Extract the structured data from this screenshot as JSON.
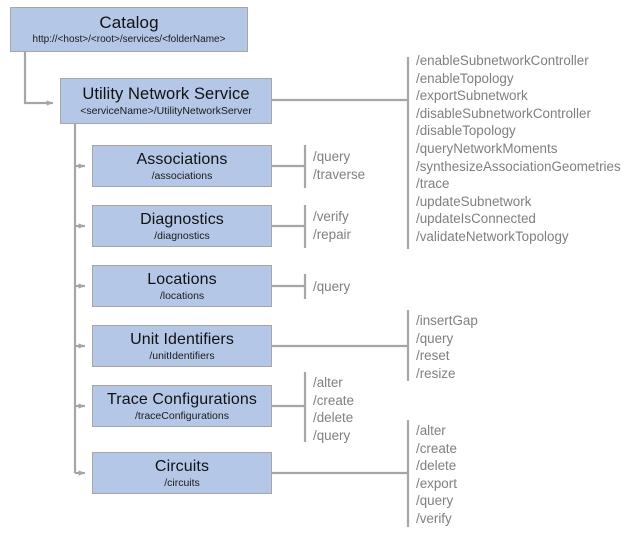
{
  "diagram": {
    "type": "rest-api-resource-hierarchy",
    "colors": {
      "node_fill": "#b4c7e7",
      "node_border": "#a6a6a6",
      "connector": "#a6a6a6",
      "operation_text": "#7f7f7f",
      "node_text": "#111111",
      "background": "#ffffff"
    },
    "root": {
      "title": "Catalog",
      "path": "http://<host>/<root>/services/<folderName>"
    },
    "service": {
      "title": "Utility Network Service",
      "path": "<serviceName>/UtilityNetworkServer",
      "operations": [
        "/enableSubnetworkController",
        "/enableTopology",
        "/exportSubnetwork",
        "/disableSubnetworkController",
        "/disableTopology",
        "/queryNetworkMoments",
        "/synthesizeAssociationGeometries",
        "/trace",
        "/updateSubnetwork",
        "/updateIsConnected",
        "/validateNetworkTopology"
      ]
    },
    "resources": [
      {
        "title": "Associations",
        "path": "/associations",
        "operations": [
          "/query",
          "/traverse"
        ]
      },
      {
        "title": "Diagnostics",
        "path": "/diagnostics",
        "operations": [
          "/verify",
          "/repair"
        ]
      },
      {
        "title": "Locations",
        "path": "/locations",
        "operations": [
          "/query"
        ]
      },
      {
        "title": "Unit Identifiers",
        "path": "/unitIdentifiers",
        "operations": [
          "/insertGap",
          "/query",
          "/reset",
          "/resize"
        ]
      },
      {
        "title": "Trace Configurations",
        "path": "/traceConfigurations",
        "operations": [
          "/alter",
          "/create",
          "/delete",
          "/query"
        ]
      },
      {
        "title": "Circuits",
        "path": "/circuits",
        "operations": [
          "/alter",
          "/create",
          "/delete",
          "/export",
          "/query",
          "/verify"
        ]
      }
    ]
  }
}
